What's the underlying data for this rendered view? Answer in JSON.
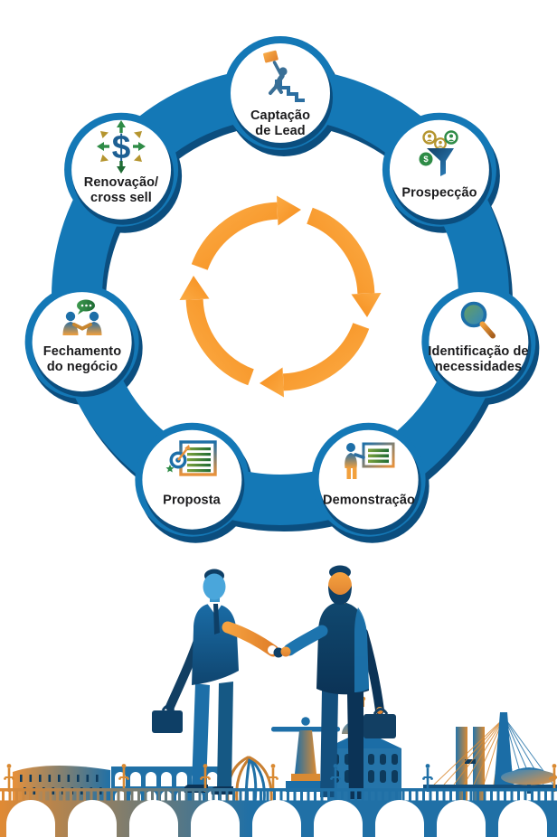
{
  "diagram": {
    "type": "cycle",
    "nodes": [
      {
        "id": "captacao-de-lead",
        "label": "Captação\nde Lead",
        "icon": "flag-stairs-icon"
      },
      {
        "id": "prospeccao",
        "label": "Prospecção",
        "icon": "sales-funnel-icon"
      },
      {
        "id": "identificacao-de-necessidades",
        "label": "Identificação de\nnecessidades",
        "icon": "magnifying-glass-icon"
      },
      {
        "id": "demonstracao",
        "label": "Demonstração",
        "icon": "presentation-board-icon"
      },
      {
        "id": "proposta",
        "label": "Proposta",
        "icon": "proposal-target-icon"
      },
      {
        "id": "fechamento-do-negocio",
        "label": "Fechamento\ndo negócio",
        "icon": "handshake-chat-icon"
      },
      {
        "id": "renovacao-cross-sell",
        "label": "Renovação/\ncross sell",
        "icon": "dollar-arrows-icon"
      }
    ],
    "center_icon": "cycle-arrows-icon",
    "icon_glyphs": {
      "dollar": "$"
    },
    "colors": {
      "ring_blue": "#1478b6",
      "ring_shadow": "#0b4e7f",
      "node_bg": "#ffffff",
      "arrow_orange": "#f8992b",
      "label_text": "#1b1b1d",
      "icon_navy": "#2b6ea0",
      "icon_green": "#2e8b46",
      "icon_olive": "#b5952f",
      "icon_orange": "#f2a03c"
    }
  },
  "illustration": {
    "elements": [
      "businessmen-handshake",
      "christ-the-redeemer",
      "amazonas-theatre",
      "cable-stayed-bridge",
      "niteroi-museum",
      "lapa-arches",
      "congress-towers",
      "viaduct-bridge",
      "street-lamps"
    ],
    "colors": {
      "navy": "#0e3f66",
      "blue": "#1d74ae",
      "light_blue": "#4aa6db",
      "orange": "#f2973a",
      "deep_orange": "#d97b28"
    }
  }
}
